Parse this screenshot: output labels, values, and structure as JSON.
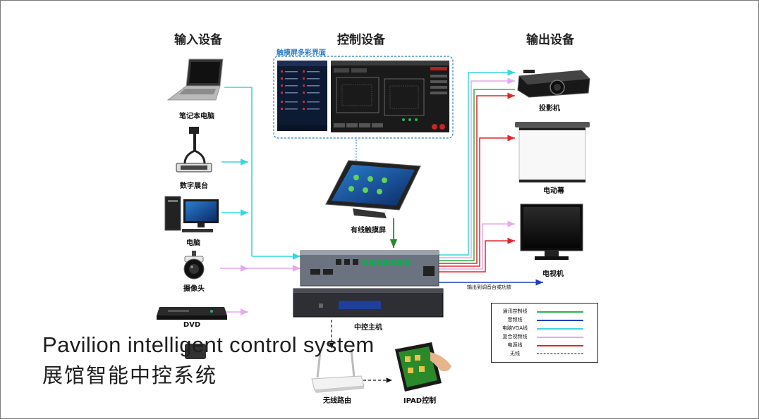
{
  "headers": {
    "input": "输入设备",
    "control": "控制设备",
    "output": "输出设备"
  },
  "panel_title": "触摸屏多彩界面",
  "devices": {
    "laptop": "笔记本电脑",
    "visualizer": "数字展台",
    "pc": "电脑",
    "camera": "摄像头",
    "dvd": "DVD",
    "touchscreen": "有线触摸屏",
    "host": "中控主机",
    "projector": "投影机",
    "screen": "电动幕",
    "tv": "电视机",
    "router": "无线路由",
    "ipad": "IPAD控制"
  },
  "output_note": "输出到调音台或功放",
  "legend": [
    {
      "label": "通讯控制线",
      "color": "#2bb34a",
      "style": "solid"
    },
    {
      "label": "音频线",
      "color": "#1f3fbf",
      "style": "solid"
    },
    {
      "label": "电脑VGA线",
      "color": "#37d8dc",
      "style": "solid"
    },
    {
      "label": "复合视频线",
      "color": "#e6a8ef",
      "style": "solid"
    },
    {
      "label": "电源线",
      "color": "#e3262b",
      "style": "solid"
    },
    {
      "label": "无线",
      "color": "#111111",
      "style": "dashed"
    }
  ],
  "title_en": "Pavilion intelligent control system",
  "title_zh": "展馆智能中控系统"
}
